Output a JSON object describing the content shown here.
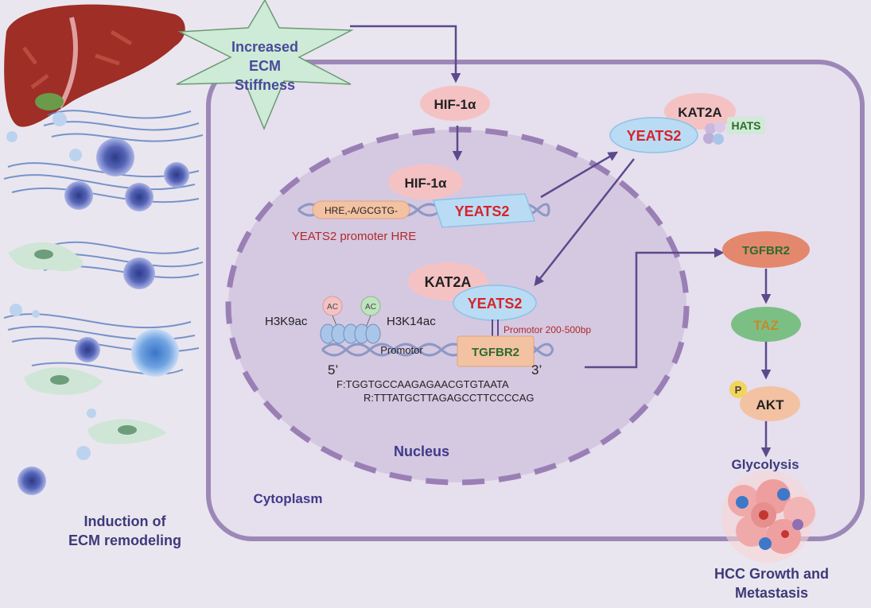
{
  "star": {
    "line1": "Increased",
    "line2": "ECM",
    "line3": "Stiffness"
  },
  "left": {
    "caption_line1": "Induction of",
    "caption_line2": "ECM remodeling"
  },
  "cytoplasm": {
    "label": "Cytoplasm",
    "hif_top": "HIF-1α"
  },
  "nucleus": {
    "label": "Nucleus",
    "hif": "HIF-1α",
    "hre_sequence": "HRE,-A/GCGTG-",
    "yeats2_promoter": "YEATS2",
    "promoter_hre_label": "YEATS2 promoter HRE",
    "kat2a": "KAT2A",
    "yeats2": "YEATS2",
    "ac1": "AC",
    "ac2": "AC",
    "h3k9ac": "H3K9ac",
    "h3k14ac": "H3K14ac",
    "promotor_range": "Promotor 200-500bp",
    "promotor": "Promotor",
    "tgfbr2": "TGFBR2",
    "five_prime": "5’",
    "three_prime": "3’",
    "forward_primer": "F:TGGTGCCAAGAGAACGTGTAATA",
    "reverse_primer": "R:TTTATGCTTAGAGCCTTCCCCAG"
  },
  "complex": {
    "kat2a": "KAT2A",
    "yeats2": "YEATS2",
    "hats": "HATS"
  },
  "pathway": {
    "tgfbr2": "TGFBR2",
    "taz": "TAZ",
    "p": "P",
    "akt": "AKT",
    "glycolysis": "Glycolysis"
  },
  "outcome": {
    "line1": "HCC Growth and",
    "line2": "Metastasis"
  },
  "colors": {
    "purple_arrow": "#5b4a8b",
    "yeats2_red": "#d8232a",
    "cell_border": "#9c88b6",
    "nucleus_fill": "#d5c8e1",
    "tgfbr2_green": "#2e6b2e",
    "taz_orange": "#c8882a"
  }
}
